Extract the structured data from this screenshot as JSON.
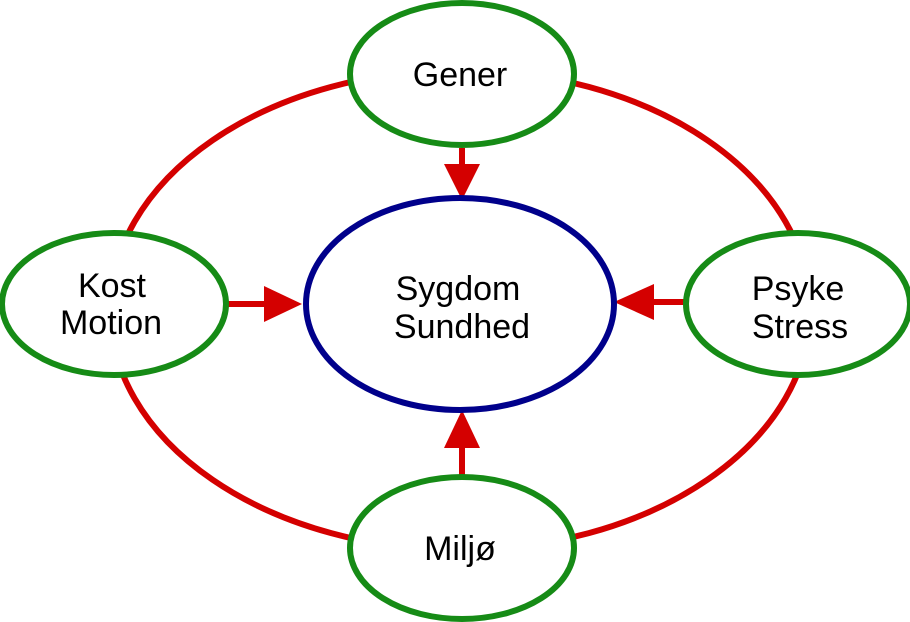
{
  "colors": {
    "outer_ring": "#d40000",
    "arrow": "#d40000",
    "factor_node_stroke": "#168b16",
    "center_node_stroke": "#00008b",
    "node_fill": "#ffffff",
    "text": "#000000"
  },
  "nodes": {
    "center": {
      "line1": "Sygdom",
      "line2": "Sundhed"
    },
    "top": {
      "line1": "Gener"
    },
    "left": {
      "line1": "Kost",
      "line2": "Motion"
    },
    "right": {
      "line1": "Psyke",
      "line2": "Stress"
    },
    "bottom": {
      "line1": "Miljø"
    }
  }
}
